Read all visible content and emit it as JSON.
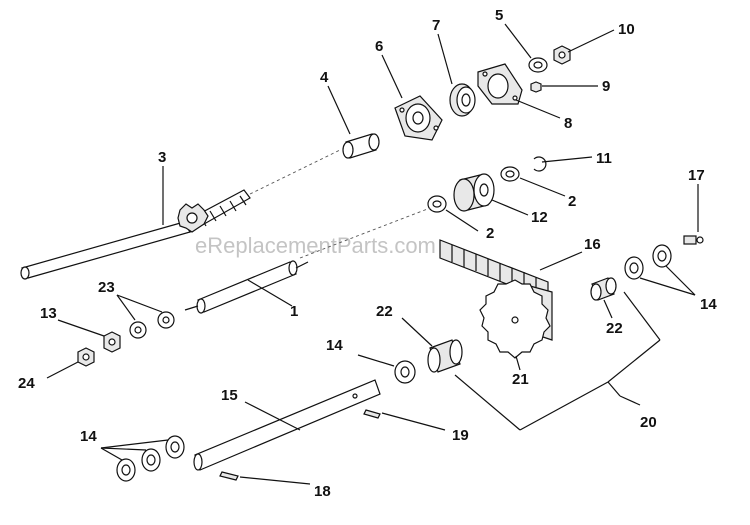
{
  "watermark": "eReplacementParts.com",
  "labels": {
    "l1": "1",
    "l2a": "2",
    "l2b": "2",
    "l3": "3",
    "l4": "4",
    "l5": "5",
    "l6": "6",
    "l7": "7",
    "l8": "8",
    "l9": "9",
    "l10": "10",
    "l11": "11",
    "l12": "12",
    "l13": "13",
    "l14a": "14",
    "l14b": "14",
    "l14c": "14",
    "l15": "15",
    "l16": "16",
    "l17": "17",
    "l18": "18",
    "l19": "19",
    "l20": "20",
    "l21": "21",
    "l22a": "22",
    "l22b": "22",
    "l23": "23",
    "l24": "24"
  }
}
